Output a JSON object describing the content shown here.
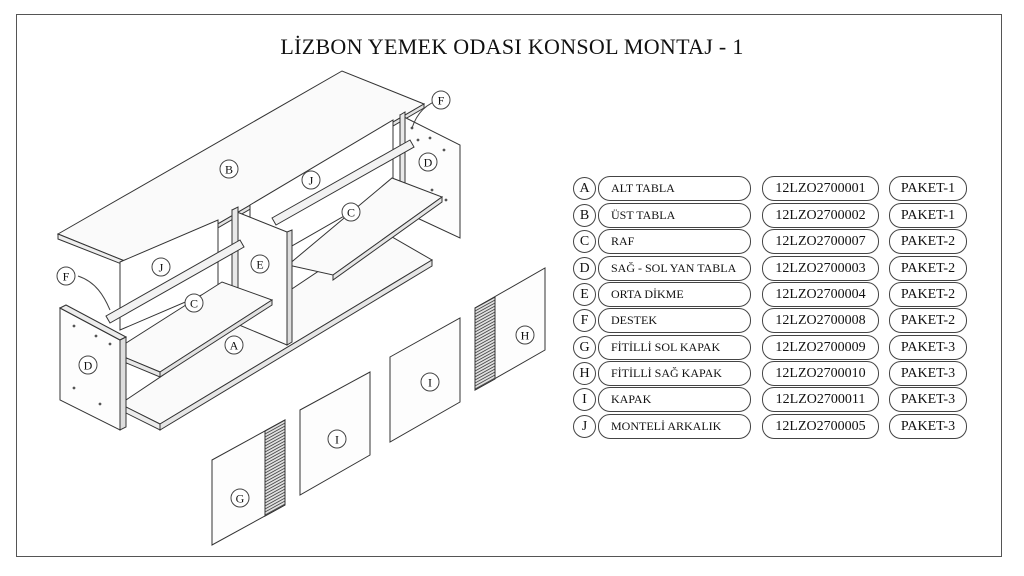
{
  "title": "LİZBON YEMEK ODASI KONSOL MONTAJ - 1",
  "drawing_labels": {
    "A": "A",
    "B": "B",
    "C": "C",
    "D": "D",
    "E": "E",
    "F": "F",
    "G": "G",
    "H": "H",
    "I": "I",
    "J": "J"
  },
  "parts": [
    {
      "letter": "A",
      "name": "ALT TABLA",
      "code": "12LZO2700001",
      "package": "PAKET-1"
    },
    {
      "letter": "B",
      "name": "ÜST TABLA",
      "code": "12LZO2700002",
      "package": "PAKET-1"
    },
    {
      "letter": "C",
      "name": "RAF",
      "code": "12LZO2700007",
      "package": "PAKET-2"
    },
    {
      "letter": "D",
      "name": "SAĞ - SOL YAN TABLA",
      "code": "12LZO2700003",
      "package": "PAKET-2"
    },
    {
      "letter": "E",
      "name": "ORTA DİKME",
      "code": "12LZO2700004",
      "package": "PAKET-2"
    },
    {
      "letter": "F",
      "name": "DESTEK",
      "code": "12LZO2700008",
      "package": "PAKET-2"
    },
    {
      "letter": "G",
      "name": "FİTİLLİ SOL KAPAK",
      "code": "12LZO2700009",
      "package": "PAKET-3"
    },
    {
      "letter": "H",
      "name": "FİTİLLİ SAĞ KAPAK",
      "code": "12LZO2700010",
      "package": "PAKET-3"
    },
    {
      "letter": "I",
      "name": "KAPAK",
      "code": "12LZO2700011",
      "package": "PAKET-3"
    },
    {
      "letter": "J",
      "name": "MONTELİ ARKALIK",
      "code": "12LZO2700005",
      "package": "PAKET-3"
    }
  ]
}
